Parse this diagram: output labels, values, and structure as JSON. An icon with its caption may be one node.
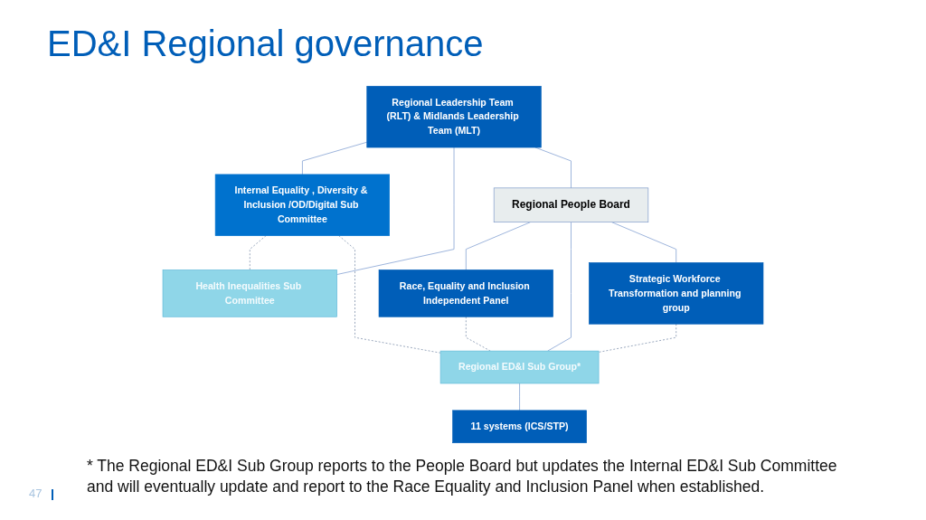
{
  "diagram": {
    "title": "ED&I Regional governance",
    "nodes": [
      {
        "text": [
          "Regional Leadership Team (RLT) & Midlands Leadership Team (MLT)"
        ]
      },
      {
        "text": [
          "Internal Equality , Diversity & Inclusion /OD/Digital Sub Committee"
        ]
      },
      {
        "text": [
          "Regional People Board"
        ]
      },
      {
        "text": [
          "Race, Equality and Inclusion Independent Panel"
        ]
      },
      {
        "text": [
          "Health Inequalities Sub Committee"
        ]
      },
      {
        "text": [
          "Strategic Workforce Transformation and planning group"
        ]
      },
      {
        "text": [
          "Regional ED&I Sub Group*"
        ]
      },
      {
        "text": [
          "11 systems (ICS/STP)"
        ]
      }
    ],
    "edges": [
      {
        "from": 0,
        "to": 1,
        "arrow": "none"
      },
      {
        "from": 0,
        "to": 4,
        "arrow": "none"
      },
      {
        "from": 0,
        "to": 2,
        "arrow": "none"
      },
      {
        "from": 2,
        "to": 3,
        "arrow": "none"
      },
      {
        "from": 2,
        "to": 6,
        "arrow": "none"
      },
      {
        "from": 2,
        "to": 5,
        "arrow": "none"
      },
      {
        "from": 6,
        "to": 7,
        "arrow": "none"
      },
      {
        "from": 1,
        "to": 4,
        "arrow": "none",
        "style": "dashed"
      },
      {
        "from": 1,
        "to": 6,
        "arrow": "none",
        "style": "dashed"
      },
      {
        "from": 5,
        "to": 6,
        "arrow": "none",
        "style": "dashed"
      },
      {
        "from": 3,
        "to": 6,
        "arrow": "none",
        "style": "dashed"
      }
    ],
    "labels": [
      "* The Regional ED&I Sub Group reports to the People Board but updates the Internal ED&I Sub Committee and will eventually update and report to the Race Equality and Inclusion Panel when established.",
      "47"
    ]
  }
}
